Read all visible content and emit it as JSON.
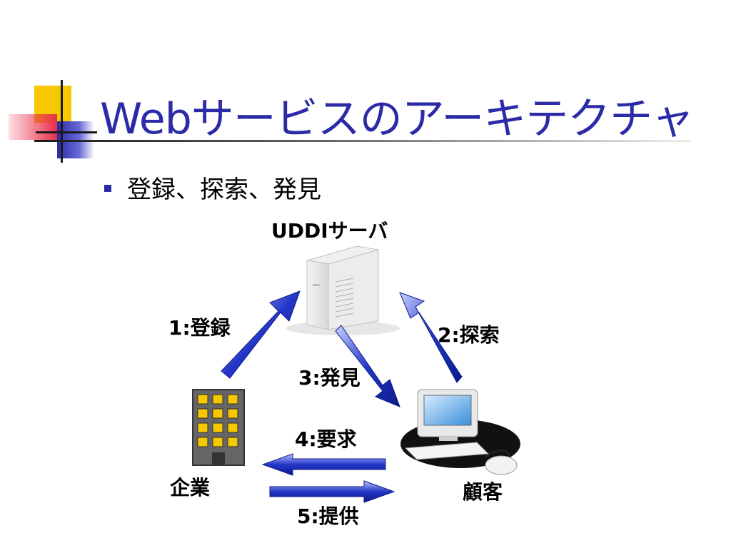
{
  "slide": {
    "title": "Webサービスのアーキテクチャ",
    "bullet": "登録、探索、発見"
  },
  "diagram": {
    "server_label": "UDDIサーバ",
    "company_label": "企業",
    "customer_label": "顧客",
    "steps": {
      "register": "1:登録",
      "search": "2:探索",
      "discover": "3:発見",
      "request": "4:要求",
      "provide": "5:提供"
    }
  },
  "colors": {
    "title": "#2b2ba8",
    "arrow": "#1f34c4",
    "accent_yellow": "#f5c800",
    "accent_red": "#e8304a",
    "accent_blue": "#2b2ba8"
  }
}
